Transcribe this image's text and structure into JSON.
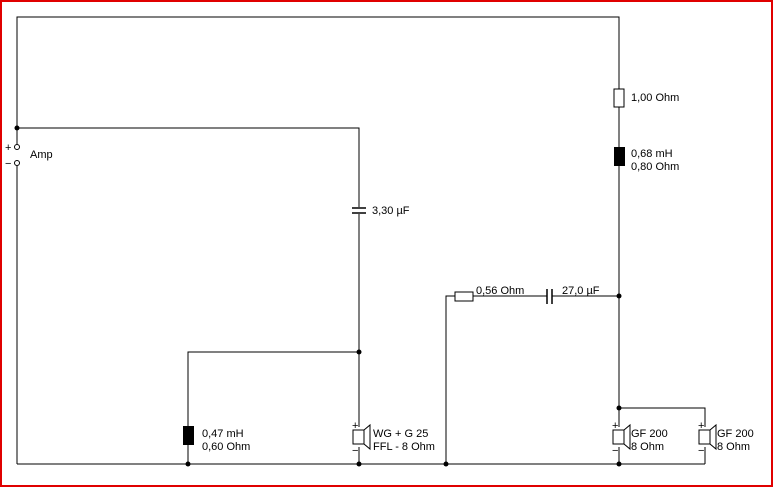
{
  "source": {
    "label": "Amp",
    "plus": "+",
    "minus": "−"
  },
  "components": {
    "c_tweeter": {
      "value": "3,30 µF"
    },
    "l_tweeter": {
      "value": "0,47 mH",
      "resistance": "0,60 Ohm"
    },
    "tweeter": {
      "name": "WG + G 25",
      "detail": "FFL - 8 Ohm",
      "plus": "+",
      "minus": "−"
    },
    "r_series": {
      "value": "1,00 Ohm"
    },
    "l_woofer": {
      "value": "0,68 mH",
      "resistance": "0,80 Ohm"
    },
    "r_notch": {
      "value": "0,56 Ohm"
    },
    "c_notch": {
      "value": "27,0 µF"
    },
    "woofer1": {
      "name": "GF 200",
      "detail": "8 Ohm",
      "plus": "+",
      "minus": "−"
    },
    "woofer2": {
      "name": "GF 200",
      "detail": "8 Ohm",
      "plus": "+",
      "minus": "−"
    }
  },
  "colors": {
    "frame": "#e00000",
    "wire": "#000000"
  }
}
